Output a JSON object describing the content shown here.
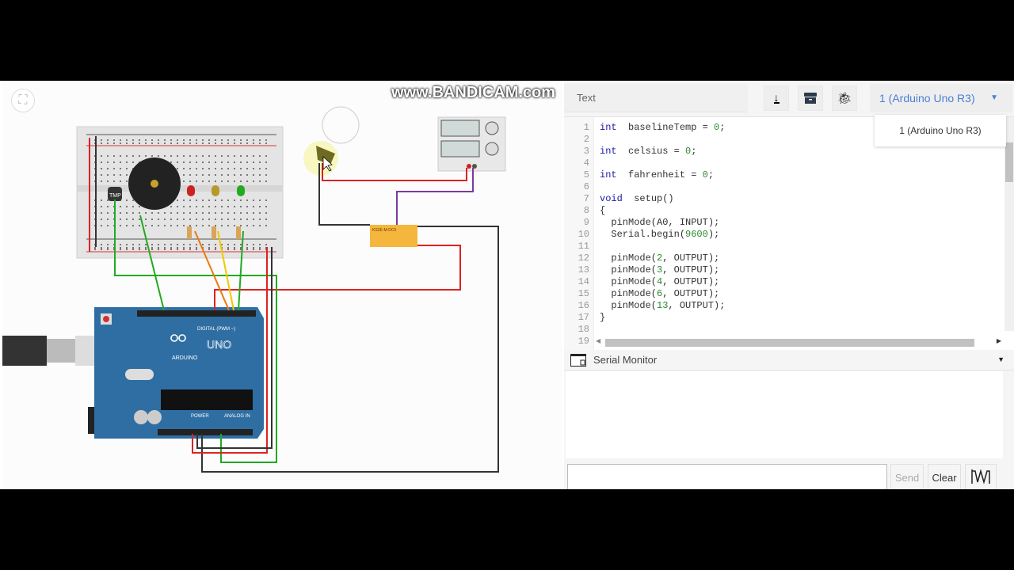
{
  "watermark": "www.BANDICAM.com",
  "toolbar": {
    "code_mode": "Text",
    "download_icon": "download-icon",
    "library_icon": "archive-icon",
    "debug_icon": "bug-icon",
    "device_select": "1 (Arduino Uno R3)",
    "device_options": [
      "1 (Arduino Uno R3)"
    ]
  },
  "editor": {
    "lines": [
      {
        "n": "1",
        "code": [
          [
            "kw",
            "int"
          ],
          [
            "",
            "  baselineTemp = "
          ],
          [
            "num",
            "0"
          ],
          [
            "",
            ";"
          ]
        ]
      },
      {
        "n": "2",
        "code": []
      },
      {
        "n": "3",
        "code": [
          [
            "kw",
            "int"
          ],
          [
            "",
            "  celsius = "
          ],
          [
            "num",
            "0"
          ],
          [
            "",
            ";"
          ]
        ]
      },
      {
        "n": "4",
        "code": []
      },
      {
        "n": "5",
        "code": [
          [
            "kw",
            "int"
          ],
          [
            "",
            "  fahrenheit = "
          ],
          [
            "num",
            "0"
          ],
          [
            "",
            ";"
          ]
        ]
      },
      {
        "n": "6",
        "code": []
      },
      {
        "n": "7",
        "code": [
          [
            "kw",
            "void"
          ],
          [
            "",
            "  setup()"
          ]
        ]
      },
      {
        "n": "8",
        "code": [
          [
            "",
            "{"
          ]
        ]
      },
      {
        "n": "9",
        "code": [
          [
            "",
            "  pinMode(A0, INPUT);"
          ]
        ]
      },
      {
        "n": "10",
        "code": [
          [
            "",
            "  Serial.begin("
          ],
          [
            "num",
            "9600"
          ],
          [
            "",
            ");"
          ]
        ]
      },
      {
        "n": "11",
        "code": []
      },
      {
        "n": "12",
        "code": [
          [
            "",
            "  pinMode("
          ],
          [
            "num",
            "2"
          ],
          [
            "",
            ", OUTPUT);"
          ]
        ]
      },
      {
        "n": "13",
        "code": [
          [
            "",
            "  pinMode("
          ],
          [
            "num",
            "3"
          ],
          [
            "",
            ", OUTPUT);"
          ]
        ]
      },
      {
        "n": "14",
        "code": [
          [
            "",
            "  pinMode("
          ],
          [
            "num",
            "4"
          ],
          [
            "",
            ", OUTPUT);"
          ]
        ]
      },
      {
        "n": "15",
        "code": [
          [
            "",
            "  pinMode("
          ],
          [
            "num",
            "6"
          ],
          [
            "",
            ", OUTPUT);"
          ]
        ]
      },
      {
        "n": "16",
        "code": [
          [
            "",
            "  pinMode("
          ],
          [
            "num",
            "13"
          ],
          [
            "",
            ", OUTPUT);"
          ]
        ]
      },
      {
        "n": "17",
        "code": [
          [
            "",
            "}"
          ]
        ]
      },
      {
        "n": "18",
        "code": []
      },
      {
        "n": "19",
        "code": []
      }
    ]
  },
  "serial_monitor": {
    "title": "Serial Monitor",
    "input_value": "",
    "send": "Send",
    "clear": "Clear",
    "graph_icon": "waveform-icon"
  },
  "circuit": {
    "sensor_label": "TMP",
    "relay_label": "KS2E-M-DC5",
    "board_logo": "ARDUINO",
    "board_model": "UNO",
    "digital_label": "DIGITAL (PWM ~)",
    "power_label": "POWER",
    "analog_label": "ANALOG IN"
  },
  "colors": {
    "accent": "#4a7fd4",
    "board": "#2f6ea3",
    "relay": "#f4b63c"
  }
}
